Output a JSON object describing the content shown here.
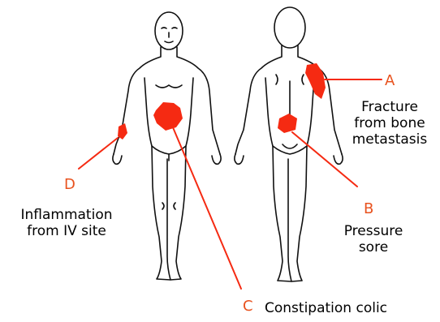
{
  "colors": {
    "marker": "#F52A12",
    "letter": "#E8521E",
    "outline": "#111111"
  },
  "annotations": [
    {
      "letter": "A",
      "lines": [
        "Fracture",
        "from bone",
        "metastasis"
      ]
    },
    {
      "letter": "B",
      "lines": [
        "Pressure",
        "sore"
      ]
    },
    {
      "letter": "C",
      "lines": [
        "Constipation colic"
      ]
    },
    {
      "letter": "D",
      "lines": [
        "Inflammation",
        "from IV site"
      ]
    }
  ]
}
